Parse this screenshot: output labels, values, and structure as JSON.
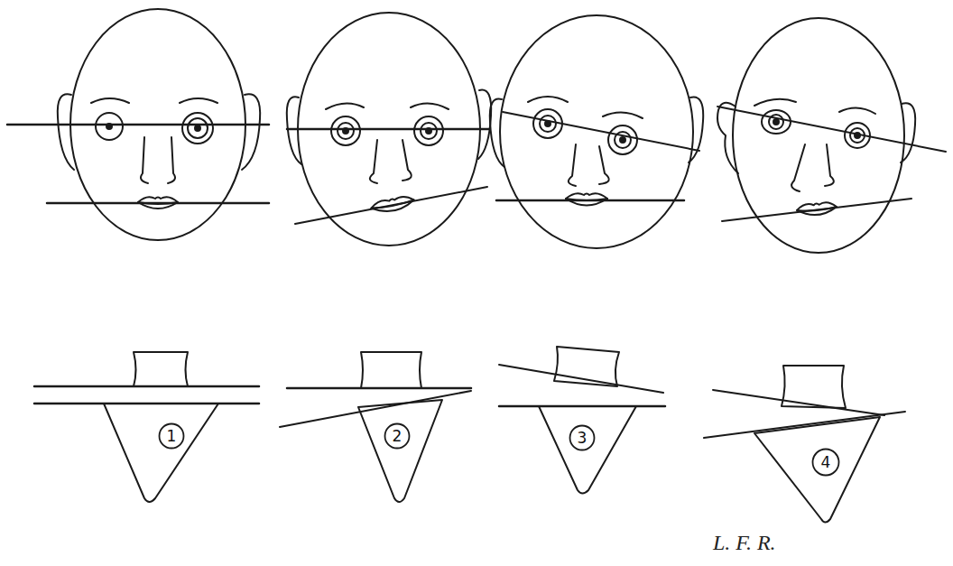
{
  "diagram": {
    "nodes": [
      {
        "text": [
          "1"
        ]
      },
      {
        "text": [
          "2"
        ]
      },
      {
        "text": [
          "3"
        ]
      },
      {
        "text": [
          "4"
        ]
      }
    ],
    "labels": [
      "L. F. R."
    ]
  }
}
